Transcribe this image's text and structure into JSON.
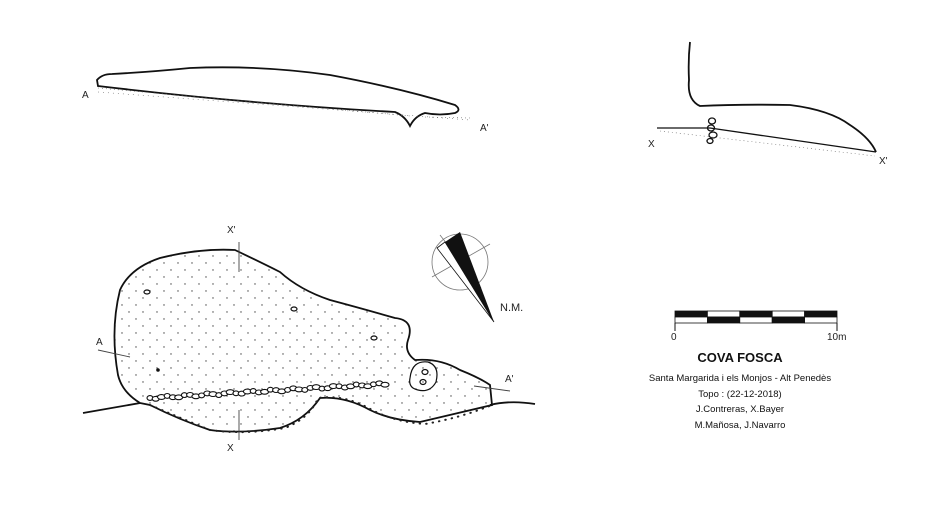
{
  "labels": {
    "section_a_left": "A",
    "section_a_right": "A'",
    "section_x_left": "X",
    "section_x_right": "X'",
    "plan_a_left": "A",
    "plan_a_right": "A'",
    "plan_x_top": "X'",
    "plan_x_bottom": "X",
    "north": "N.M."
  },
  "scale": {
    "start_label": "0",
    "end_label": "10m",
    "segments": 5
  },
  "title": {
    "name": "COVA FOSCA",
    "location": "Santa Margarida i els Monjos - Alt Penedès",
    "topo": "Topo : (22-12-2018)",
    "authors_1": "J.Contreras, X.Bayer",
    "authors_2": "M.Mañosa, J.Navarro"
  }
}
